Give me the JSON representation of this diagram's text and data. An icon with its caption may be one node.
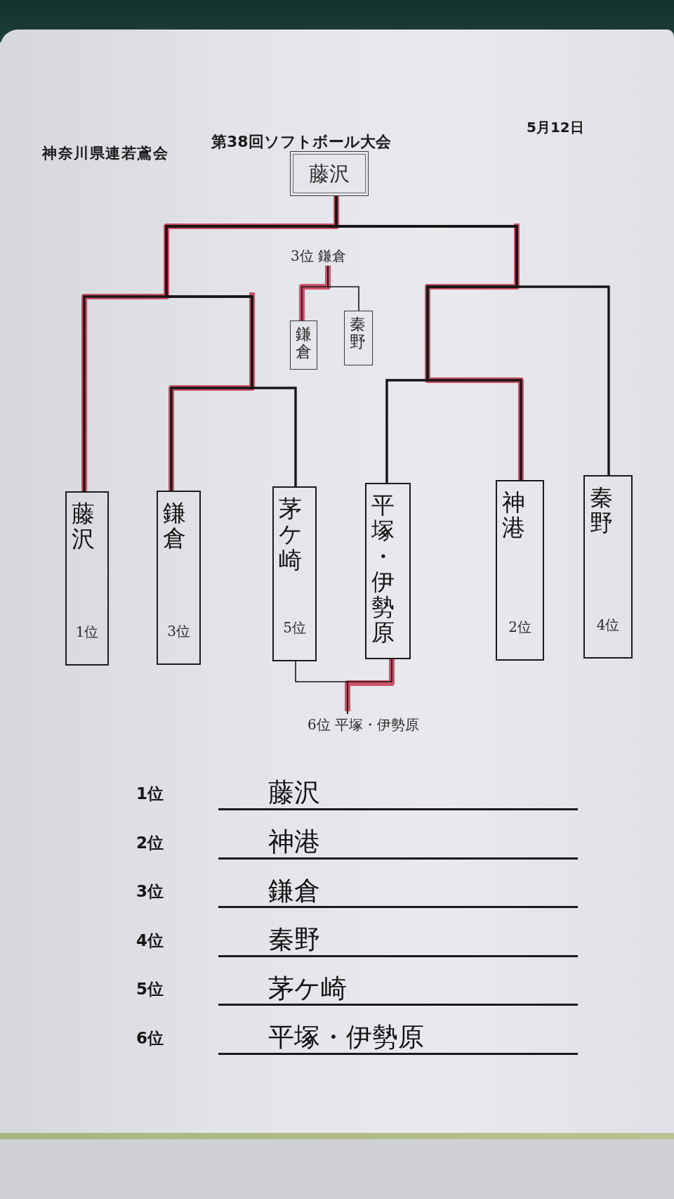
{
  "diagram": {
    "title": "第38回ソフトボール大会",
    "nodes": [
      {
        "text": [
          "藤沢"
        ]
      },
      {
        "text": [
          "3位 鎌倉"
        ]
      },
      {
        "text": [
          "鎌倉"
        ]
      },
      {
        "text": [
          "秦野"
        ]
      },
      {
        "text": [
          "藤沢",
          "1位"
        ]
      },
      {
        "text": [
          "鎌倉",
          "3位"
        ]
      },
      {
        "text": [
          "茅ケ崎",
          "5位"
        ]
      },
      {
        "text": [
          "平塚・伊勢原"
        ]
      },
      {
        "text": [
          "神港",
          "2位"
        ]
      },
      {
        "text": [
          "秦野",
          "4位"
        ]
      },
      {
        "text": [
          "6位 平塚・伊勢原"
        ]
      }
    ],
    "edges": [
      {
        "from": 4,
        "to": 0,
        "arrow": "none"
      },
      {
        "from": 5,
        "to": 0,
        "arrow": "none"
      },
      {
        "from": 6,
        "to": 0,
        "arrow": "none"
      },
      {
        "from": 7,
        "to": 0,
        "arrow": "none"
      },
      {
        "from": 8,
        "to": 0,
        "arrow": "none"
      },
      {
        "from": 9,
        "to": 0,
        "arrow": "none"
      },
      {
        "from": 2,
        "to": 1,
        "arrow": "none"
      },
      {
        "from": 3,
        "to": 1,
        "arrow": "none"
      },
      {
        "from": 6,
        "to": 10,
        "arrow": "none"
      },
      {
        "from": 7,
        "to": 10,
        "arrow": "none"
      }
    ],
    "labels": [
      "神奈川県連若鳶会",
      "5月12日",
      "1位",
      "藤沢",
      "2位",
      "神港",
      "3位",
      "鎌倉",
      "4位",
      "秦野",
      "5位",
      "茅ケ崎",
      "6位",
      "平塚・伊勢原"
    ]
  }
}
